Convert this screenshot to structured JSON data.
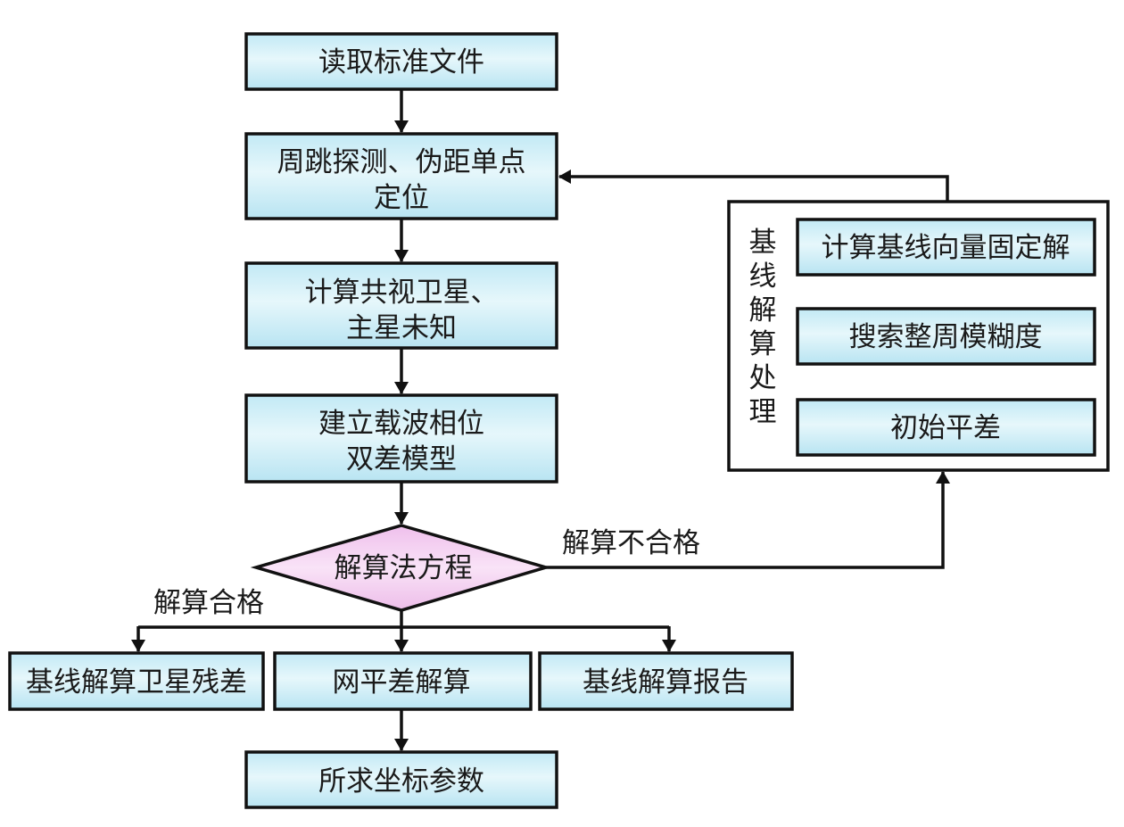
{
  "diagram": {
    "type": "flowchart",
    "colors": {
      "box_fill_edge": "#bfe8f4",
      "box_fill_mid": "#e8f8fc",
      "decision_fill_edge": "#efc0ec",
      "decision_fill_mid": "#fae6f8",
      "stroke": "#111111",
      "container_fill": "#ffffff"
    },
    "main_flow": {
      "read_file": [
        "读取标准文件"
      ],
      "cycle_slip": [
        "周跳探测、伪距单点",
        "定位"
      ],
      "common_sats": [
        "计算共视卫星、",
        "主星未知"
      ],
      "dd_model": [
        "建立载波相位",
        "双差模型"
      ],
      "decision": "解算法方程"
    },
    "baseline_processing": {
      "container_label": [
        "基",
        "线",
        "解",
        "算",
        "处",
        "理"
      ],
      "fixed_solution": "计算基线向量固定解",
      "ambiguity_search": "搜索整周模糊度",
      "initial_adjust": "初始平差"
    },
    "edge_labels": {
      "pass": "解算合格",
      "fail": "解算不合格"
    },
    "outputs": {
      "residuals": "基线解算卫星残差",
      "network_adjust": "网平差解算",
      "report": "基线解算报告",
      "coordinates": "所求坐标参数"
    }
  }
}
